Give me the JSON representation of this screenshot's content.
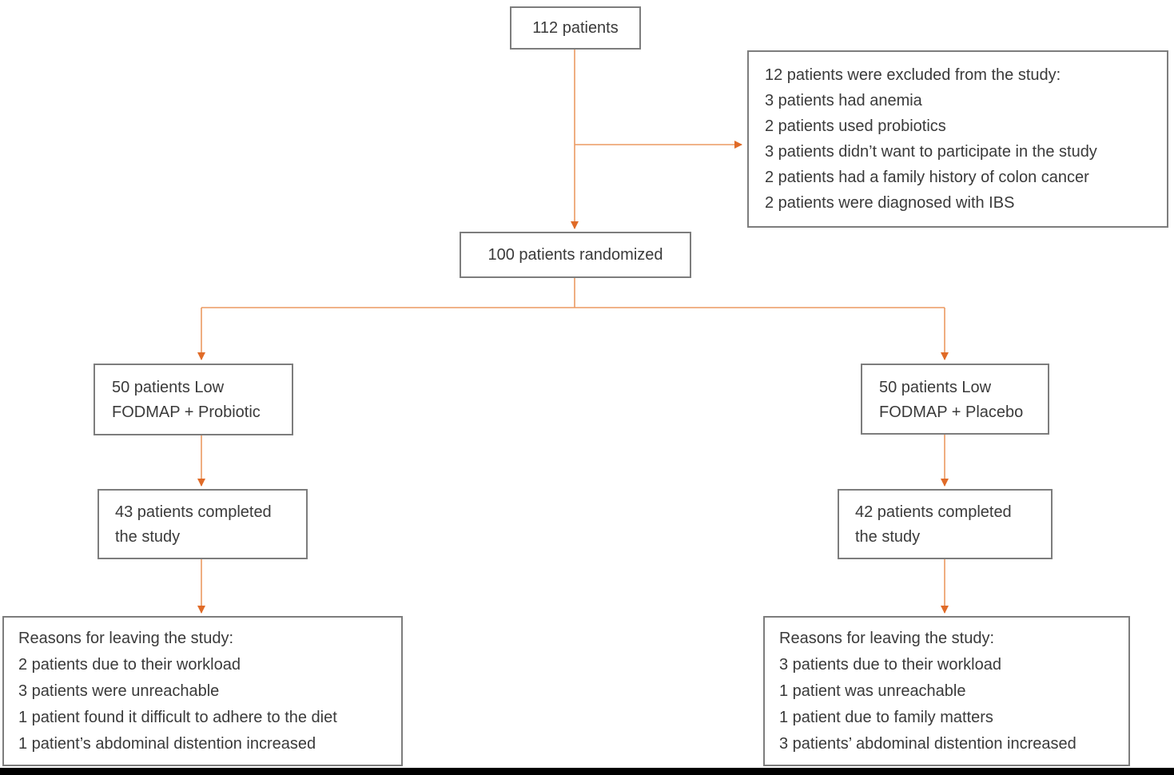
{
  "colors": {
    "arrow": "#eb9a62",
    "arrowhead": "#e06b28",
    "box_border": "#7d7d7d",
    "text": "#3a3a3a",
    "bottom_bar": "#000000",
    "bg": "#ffffff"
  },
  "boxes": {
    "total": {
      "label": "112 patients"
    },
    "excluded": {
      "lines": [
        "12 patients were excluded from the study:",
        "3 patients had anemia",
        "2 patients used probiotics",
        "3 patients didn’t want to participate in the study",
        "2 patients had a family history of colon cancer",
        "2 patients were diagnosed with IBS"
      ]
    },
    "randomized": {
      "label": "100 patients randomized"
    },
    "arm_probiotic": {
      "lines": [
        "50 patients Low",
        "FODMAP + Probiotic"
      ]
    },
    "arm_placebo": {
      "lines": [
        "50 patients Low",
        "FODMAP + Placebo"
      ]
    },
    "completed_probiotic": {
      "lines": [
        "43 patients completed",
        "the study"
      ]
    },
    "completed_placebo": {
      "lines": [
        "42 patients completed",
        "the study"
      ]
    },
    "reasons_probiotic": {
      "lines": [
        "Reasons for leaving the study:",
        "2 patients due to their workload",
        "3 patients were unreachable",
        "1 patient found it difficult to adhere to the diet",
        "1 patient’s abdominal distention increased"
      ]
    },
    "reasons_placebo": {
      "lines": [
        "Reasons for leaving the study:",
        "3 patients due to their workload",
        "1 patient was unreachable",
        "1 patient due to family matters",
        "3 patients’ abdominal distention increased"
      ]
    }
  }
}
